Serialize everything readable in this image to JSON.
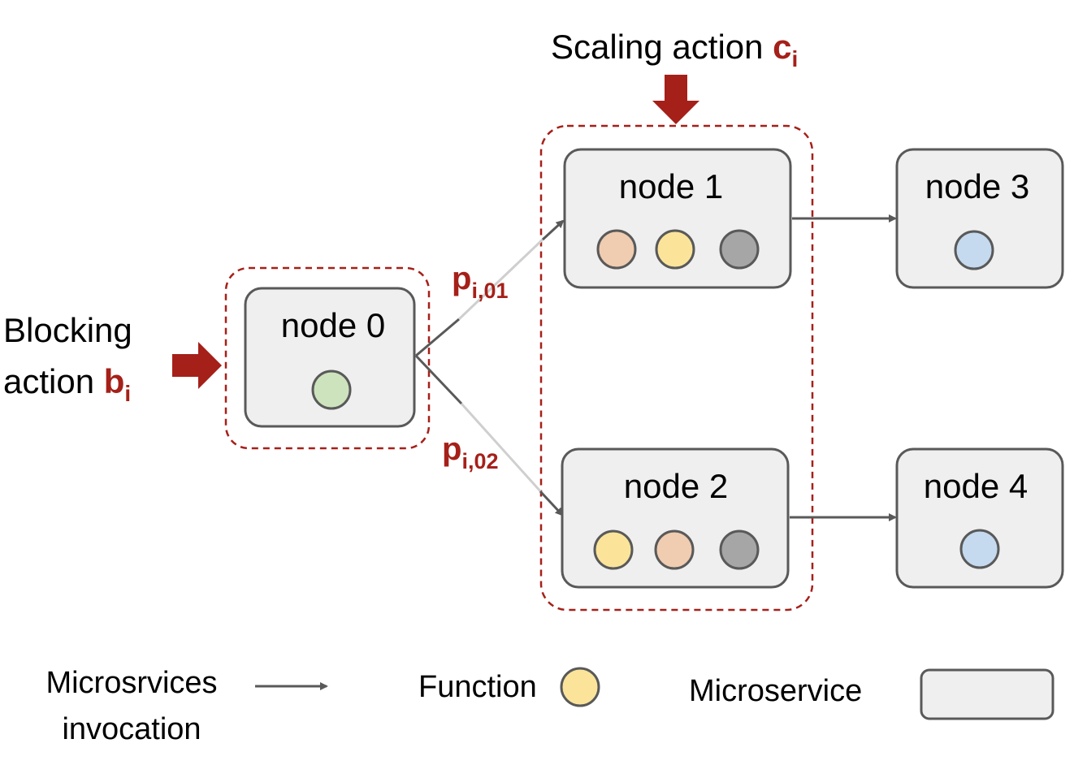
{
  "colors": {
    "accent_red": "#a52019",
    "node_fill": "#efefef",
    "edge": "#595959",
    "fn_orange": "#f0ccb0",
    "fn_yellow": "#fbe49a",
    "fn_gray": "#a6a6a6",
    "fn_blue": "#c5d9ef",
    "fn_green": "#cde3bd"
  },
  "scaling": {
    "text": "Scaling action ",
    "var": "c",
    "sub": "i"
  },
  "blocking": {
    "line1": "Blocking",
    "line2": "action ",
    "var": "b",
    "sub": "i"
  },
  "nodes": {
    "n0": "node 0",
    "n1": "node 1",
    "n2": "node 2",
    "n3": "node 3",
    "n4": "node 4"
  },
  "probs": {
    "p01": {
      "var": "p",
      "sub": "i,01"
    },
    "p02": {
      "var": "p",
      "sub": "i,02"
    }
  },
  "legend": {
    "invocation_line1": "Microsrvices",
    "invocation_line2": "invocation",
    "function": "Function",
    "microservice": "Microservice"
  }
}
